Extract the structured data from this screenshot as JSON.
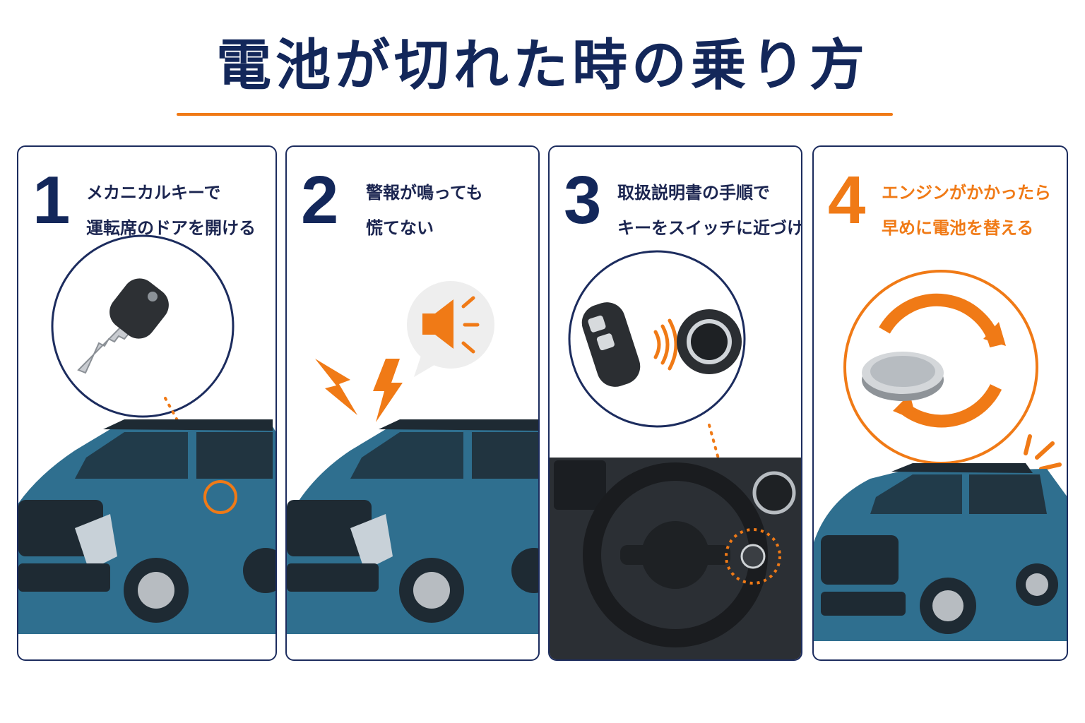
{
  "title": "電池が切れた時の乗り方",
  "steps": [
    {
      "number": "1",
      "line1": "メカニカルキーで",
      "line2": "運転席のドアを開ける"
    },
    {
      "number": "2",
      "line1": "警報が鳴っても",
      "line2": "慌てない"
    },
    {
      "number": "3",
      "line1": "取扱説明書の手順で",
      "line2": "キーをスイッチに近づける"
    },
    {
      "number": "4",
      "line1": "エンジンがかかったら",
      "line2": "早めに電池を替える"
    }
  ],
  "colors": {
    "navy": "#13275a",
    "accent": "#f07a16",
    "car_body": "#2f6f8f",
    "car_dark": "#1e2a33"
  },
  "icons": [
    "mechanical-key-icon",
    "speaker-alarm-icon",
    "lightning-icon",
    "smart-key-fob-icon",
    "start-button-icon",
    "coin-battery-icon",
    "cycle-arrows-icon",
    "steering-wheel-icon",
    "car-illustration"
  ]
}
